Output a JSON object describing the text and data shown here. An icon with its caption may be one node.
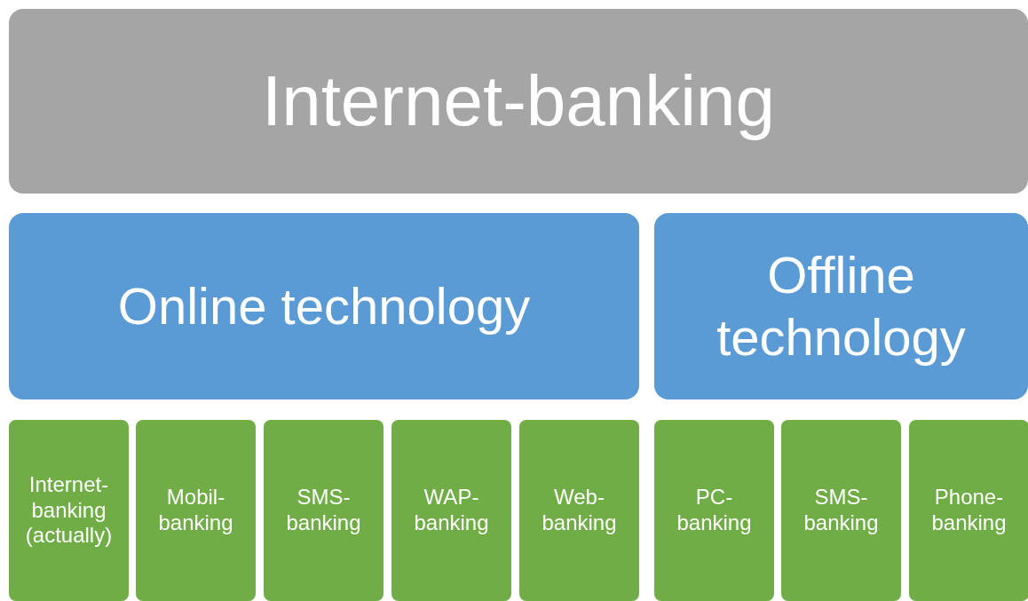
{
  "diagram": {
    "nodes": [
      {
        "text": [
          "Internet-banking"
        ]
      },
      {
        "text": [
          "Online technology"
        ]
      },
      {
        "text": [
          "Offline technology"
        ]
      },
      {
        "text": [
          "Internet-banking (actually)"
        ]
      },
      {
        "text": [
          "Mobil-banking"
        ]
      },
      {
        "text": [
          "SMS-banking"
        ]
      },
      {
        "text": [
          "WAP-banking"
        ]
      },
      {
        "text": [
          "Web-banking"
        ]
      },
      {
        "text": [
          "PC-banking"
        ]
      },
      {
        "text": [
          "SMS-banking"
        ]
      },
      {
        "text": [
          "Phone-banking"
        ]
      }
    ]
  }
}
